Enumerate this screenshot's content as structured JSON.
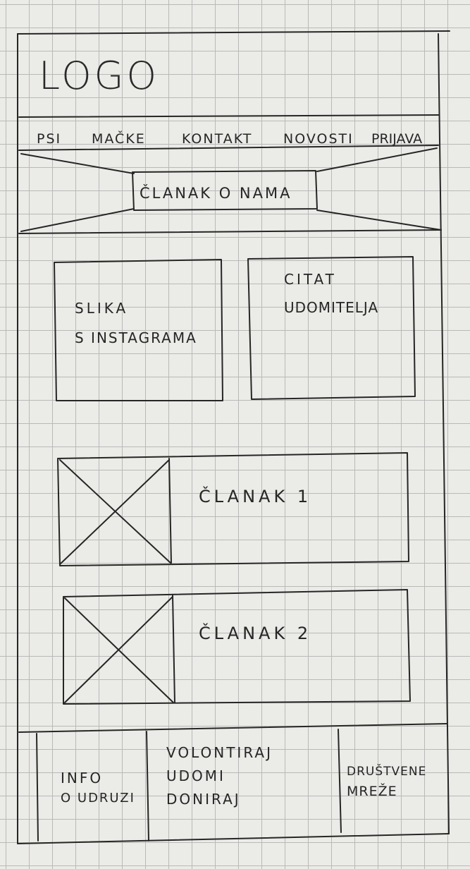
{
  "logo": "LOGO",
  "nav": {
    "items": [
      {
        "id": "psi",
        "label": "PSI"
      },
      {
        "id": "macke",
        "label": "MAČKE"
      },
      {
        "id": "kontakt",
        "label": "KONTAKT"
      },
      {
        "id": "novosti",
        "label": "NOVOSTI"
      },
      {
        "id": "prijava",
        "label": "PRIJAVA"
      }
    ]
  },
  "hero": {
    "label": "ČLANAK O NAMA"
  },
  "cards": {
    "instagram": {
      "line1": "SLIKA",
      "line2": "S INSTAGRAMA"
    },
    "quote": {
      "line1": "CITAT",
      "line2": "UDOMITELJA"
    }
  },
  "articles": [
    {
      "title": "ČLANAK 1"
    },
    {
      "title": "ČLANAK 2"
    }
  ],
  "footer": {
    "info": {
      "line1": "INFO",
      "line2": "O UDRUZI"
    },
    "actions": [
      "VOLONTIRAJ",
      "UDOMI",
      "DONIRAJ"
    ],
    "social": {
      "line1": "DRUŠTVENE",
      "line2": "MREŽE"
    }
  },
  "colors": {
    "ink": "#262626",
    "paper": "#ebebe8",
    "grid": "#b9bab7"
  }
}
